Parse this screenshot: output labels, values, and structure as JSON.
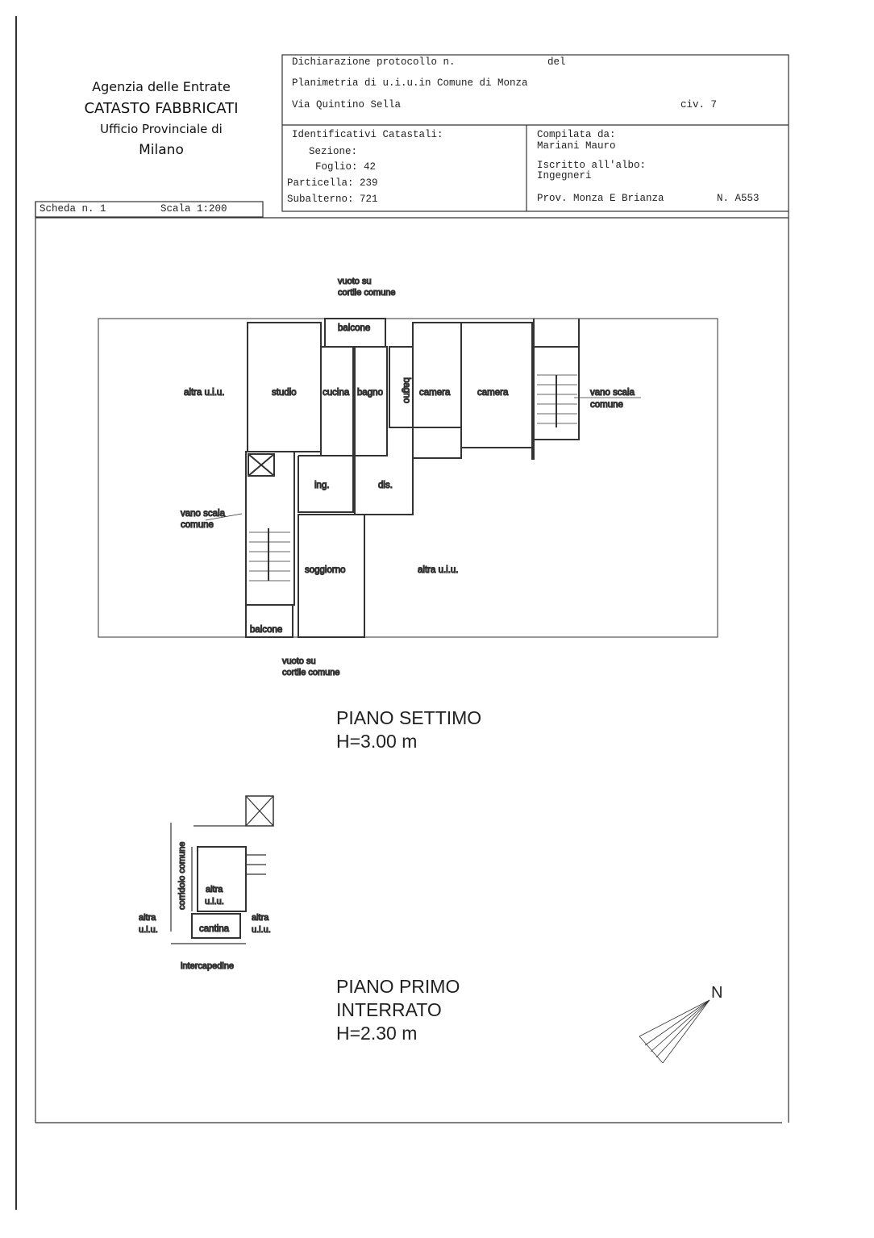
{
  "agency": {
    "line1": "Agenzia delle Entrate",
    "line2": "CATASTO FABBRICATI",
    "line3": "Ufficio Provinciale di",
    "line4": "Milano"
  },
  "scheda": {
    "label": "Scheda n. 1",
    "scale": "Scala 1:200"
  },
  "header": {
    "protocol": "Dichiarazione protocollo n.",
    "del": "del",
    "planimetria": "Planimetria di u.i.u.in Comune di Monza",
    "address": "Via Quintino Sella",
    "civ": "civ. 7",
    "ident_title": "Identificativi Catastali:",
    "sezione": "Sezione:",
    "foglio": "Foglio: 42",
    "particella": "Particella: 239",
    "subalterno": "Subalterno: 721",
    "compilata_label": "Compilata da:",
    "compilata_name": "Mariani Mauro",
    "albo_label": "Iscritto all'albo:",
    "albo_value": "Ingegneri",
    "prov": "Prov. Monza E Brianza",
    "number": "N. A553"
  },
  "plan7": {
    "top_note": [
      "vuoto su",
      "cortile comune"
    ],
    "bottom_note": [
      "vuoto su",
      "cortile comune"
    ],
    "rooms": {
      "altra_left": "altra u.i.u.",
      "studio": "studio",
      "cucina": "cucina",
      "bagno": "bagno",
      "bagno2": "bagno",
      "camera1": "camera",
      "camera2": "camera",
      "balcone_top": "balcone",
      "ing": "ing.",
      "dis": "dis.",
      "soggiorno": "soggiorno",
      "altra_bottom": "altra u.i.u.",
      "balcone_bottom": "balcone",
      "vano_left": [
        "vano scala",
        "comune"
      ],
      "vano_right": [
        "vano scala",
        "comune"
      ]
    },
    "title": "PIANO SETTIMO",
    "height": "H=3.00 m"
  },
  "plan_basement": {
    "corridoio": "corridoio comune",
    "altra_center": [
      "altra",
      "u.i.u."
    ],
    "altra_left": [
      "altra",
      "u.i.u."
    ],
    "altra_right": [
      "altra",
      "u.i.u."
    ],
    "cantina": "cantina",
    "intercapedine": "intercapedine",
    "title1": "PIANO PRIMO",
    "title2": "INTERRATO",
    "height": "H=2.30 m"
  },
  "compass": {
    "north": "N"
  }
}
